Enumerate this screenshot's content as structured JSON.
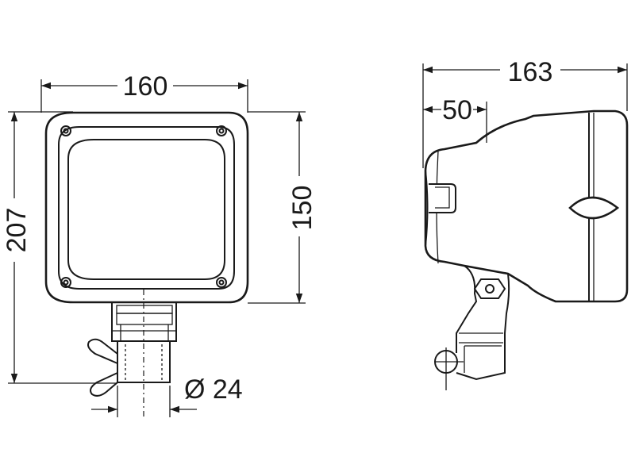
{
  "dimensions": {
    "width_front": "160",
    "height_total": "207",
    "height_body": "150",
    "diameter_mount": "Ø 24",
    "depth_total": "163",
    "depth_front": "50"
  }
}
